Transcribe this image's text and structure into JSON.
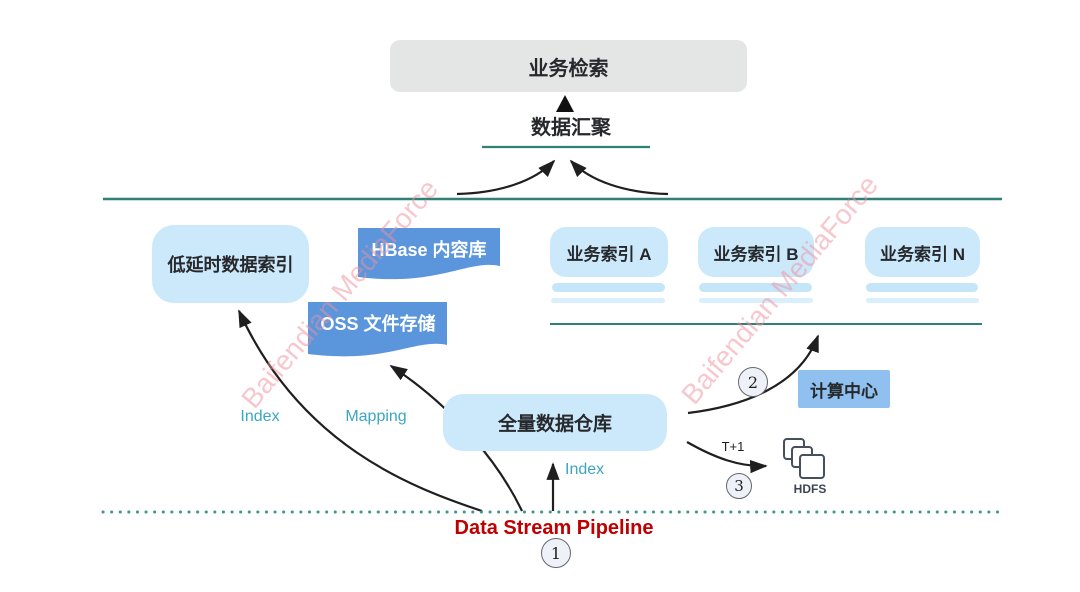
{
  "watermark": {
    "text": "Baifendian MediaForce"
  },
  "top": {
    "business_search": "业务检索",
    "data_aggregation": "数据汇聚"
  },
  "storage": {
    "low_latency_index": "低延时数据索引",
    "hbase_content": "HBase 内容库",
    "oss_file_storage": "OSS 文件存储"
  },
  "business_indexes": [
    {
      "label": "业务索引 A"
    },
    {
      "label": "业务索引 B"
    },
    {
      "label": "业务索引 N"
    }
  ],
  "center": {
    "full_data_warehouse": "全量数据仓库",
    "compute_center": "计算中心",
    "hdfs_label": "HDFS"
  },
  "edge_labels": {
    "index_left": "Index",
    "mapping": "Mapping",
    "index_center": "Index",
    "t_plus_one": "T+1"
  },
  "steps": {
    "one": "1",
    "two": "2",
    "three": "3"
  },
  "pipeline": {
    "label": "Data Stream Pipeline"
  },
  "colors": {
    "teal_line": "#2e8078",
    "light_blue_box": "#cce9fb",
    "banner_blue": "#5b96dd",
    "compute_blue": "#8fc0ef",
    "gray_box": "#e4e6e5",
    "pipeline_red": "#c00000",
    "watermark_pink": "#f2a6b0",
    "teal_label": "#3ba6c2"
  }
}
